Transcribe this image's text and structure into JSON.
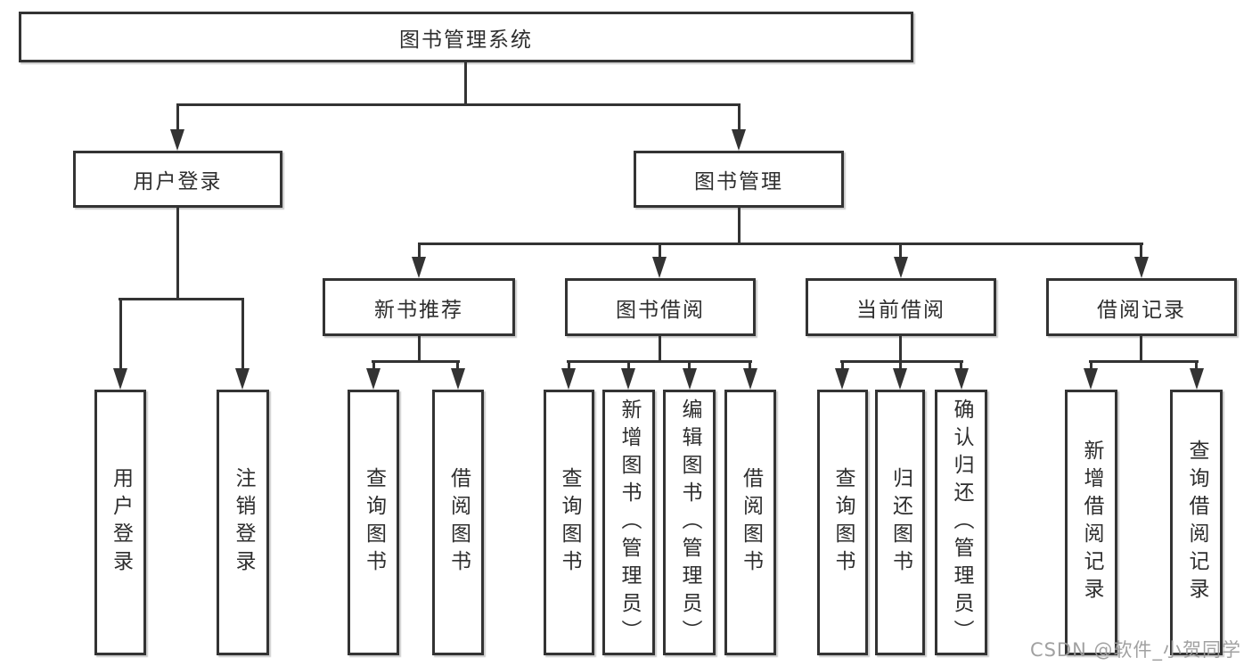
{
  "page": {
    "background_color": "#ffffff",
    "line_color": "#333333",
    "text_color": "#2e2e2e",
    "watermark": {
      "text": "CSDN @软件_小贺同学",
      "color": "#9c9c9c"
    }
  },
  "diagram": {
    "root": {
      "label": "图书管理系统"
    },
    "level2": [
      {
        "label": "用户登录"
      },
      {
        "label": "图书管理"
      }
    ],
    "level3": [
      {
        "label": "新书推荐"
      },
      {
        "label": "图书借阅"
      },
      {
        "label": "当前借阅"
      },
      {
        "label": "借阅记录"
      }
    ],
    "leaves": [
      {
        "label": "用户登录"
      },
      {
        "label": "注销登录"
      },
      {
        "label": "查询图书"
      },
      {
        "label": "借阅图书"
      },
      {
        "label": "查询图书"
      },
      {
        "label": "新增图书（管理员）"
      },
      {
        "label": "编辑图书（管理员）"
      },
      {
        "label": "借阅图书"
      },
      {
        "label": "查询图书"
      },
      {
        "label": "归还图书"
      },
      {
        "label": "确认归还（管理员）"
      },
      {
        "label": "新增借阅记录"
      },
      {
        "label": "查询借阅记录"
      }
    ]
  }
}
